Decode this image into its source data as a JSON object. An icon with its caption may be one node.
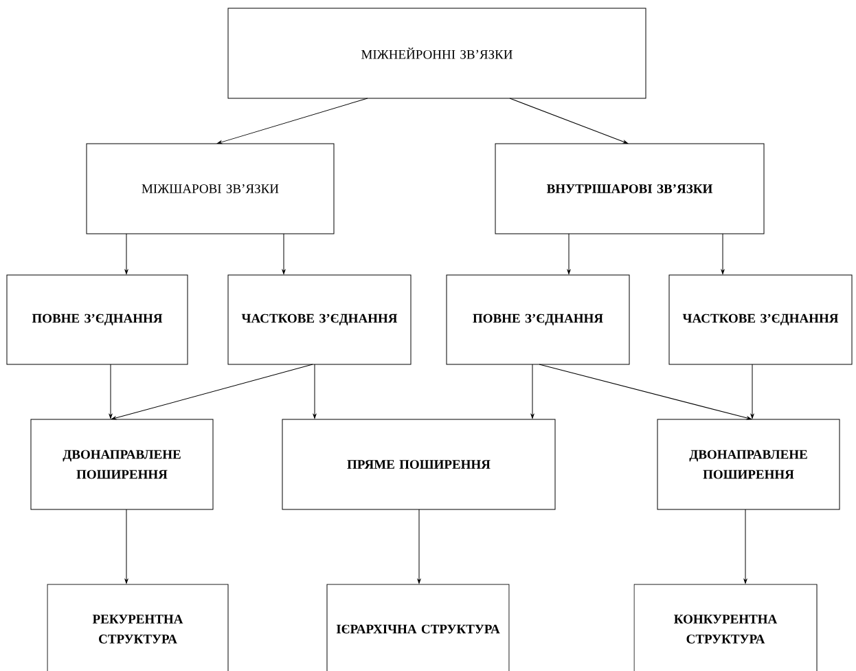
{
  "diagram": {
    "nodes": [
      {
        "text": [
          "МІЖНЕЙРОННІ ЗВ’ЯЗКИ"
        ]
      },
      {
        "text": [
          "МІЖШАРОВІ ЗВ’ЯЗКИ"
        ]
      },
      {
        "text": [
          "ВНУТРІШАРОВІ ЗВ’ЯЗКИ"
        ]
      },
      {
        "text": [
          "ПОВНЕ З’ЄДНАННЯ"
        ]
      },
      {
        "text": [
          "ЧАСТКОВЕ З’ЄДНАННЯ"
        ]
      },
      {
        "text": [
          "ПОВНЕ З’ЄДНАННЯ"
        ]
      },
      {
        "text": [
          "ЧАСТКОВЕ З’ЄДНАННЯ"
        ]
      },
      {
        "text": [
          "ДВОНАПРАВЛЕНЕ ПОШИРЕННЯ"
        ]
      },
      {
        "text": [
          "ПРЯМЕ ПОШИРЕННЯ"
        ]
      },
      {
        "text": [
          "ДВОНАПРАВЛЕНЕ ПОШИРЕННЯ"
        ]
      },
      {
        "text": [
          "РЕКУРЕНТНА СТРУКТУРА"
        ]
      },
      {
        "text": [
          "ІЄРАРХІЧНА СТРУКТУРА"
        ]
      },
      {
        "text": [
          "КОНКУРЕНТНА СТРУКТУРА"
        ]
      }
    ],
    "edges": [
      {
        "from": 0,
        "to": 1,
        "arrow": "to"
      },
      {
        "from": 0,
        "to": 2,
        "arrow": "to"
      },
      {
        "from": 1,
        "to": 3,
        "arrow": "to"
      },
      {
        "from": 1,
        "to": 4,
        "arrow": "to"
      },
      {
        "from": 2,
        "to": 5,
        "arrow": "to"
      },
      {
        "from": 2,
        "to": 6,
        "arrow": "to"
      },
      {
        "from": 3,
        "to": 7,
        "arrow": "to"
      },
      {
        "from": 4,
        "to": 7,
        "arrow": "to"
      },
      {
        "from": 4,
        "to": 8,
        "arrow": "to"
      },
      {
        "from": 5,
        "to": 8,
        "arrow": "to"
      },
      {
        "from": 5,
        "to": 9,
        "arrow": "to"
      },
      {
        "from": 6,
        "to": 9,
        "arrow": "to"
      },
      {
        "from": 7,
        "to": 10,
        "arrow": "to"
      },
      {
        "from": 8,
        "to": 11,
        "arrow": "to"
      },
      {
        "from": 9,
        "to": 12,
        "arrow": "to"
      }
    ]
  }
}
